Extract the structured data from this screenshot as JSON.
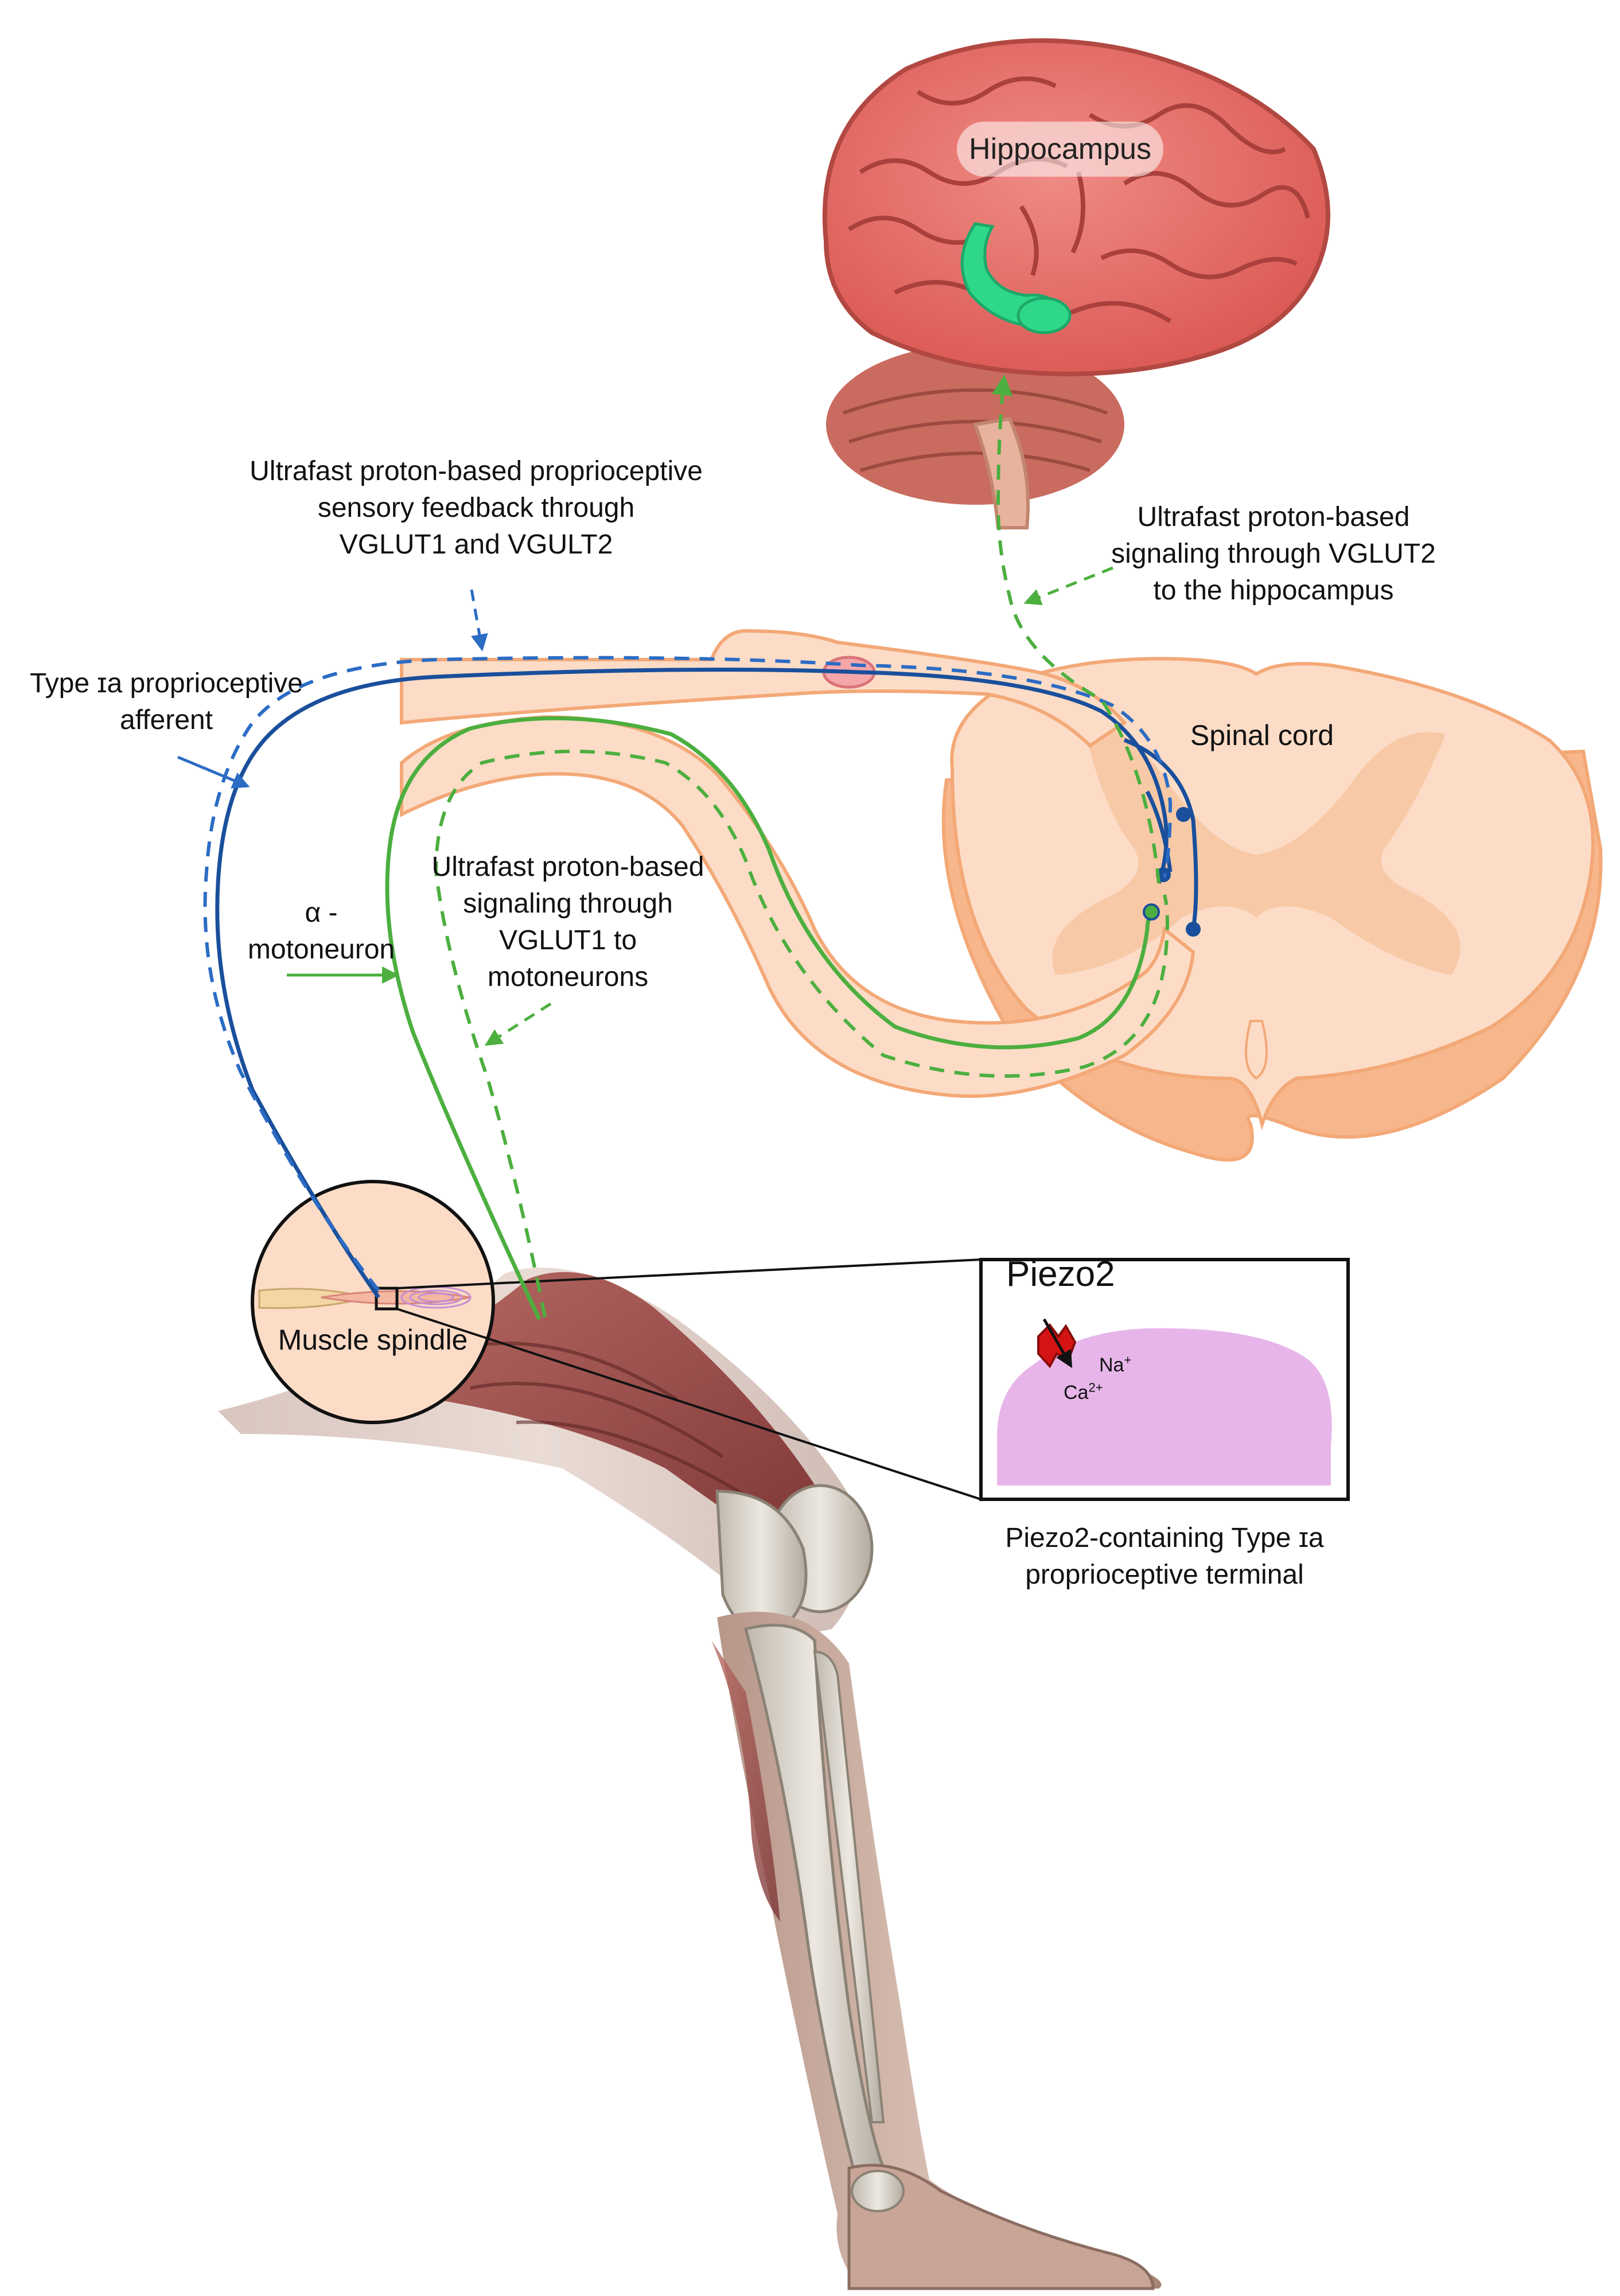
{
  "labels": {
    "hippocampus": "Hippocampus",
    "spinal_cord": "Spinal cord",
    "muscle_spindle": "Muscle spindle",
    "piezo2": "Piezo2",
    "na_ion": "Na",
    "na_charge": "+",
    "ca_ion": "Ca",
    "ca_charge": "2+",
    "type_ia_afferent": [
      "Type ɪa proprioceptive",
      "afferent"
    ],
    "alpha_motoneuron": [
      "α -",
      "motoneuron"
    ],
    "feedback_vglut1_vglut2": [
      "Ultrafast proton-based proprioceptive",
      "sensory feedback through",
      "VGLUT1 and VGULT2"
    ],
    "signaling_vglut2_hippocampus": [
      "Ultrafast proton-based",
      "signaling through VGLUT2",
      "to the hippocampus"
    ],
    "signaling_vglut1_motoneurons": [
      "Ultrafast proton-based",
      "signaling through",
      "VGLUT1 to",
      "motoneurons"
    ],
    "piezo2_terminal": [
      "Piezo2-containing Type ɪa",
      "proprioceptive terminal"
    ]
  },
  "colors": {
    "afferent_blue": "#1a4f9c",
    "afferent_dashed_blue": "#2b6cc4",
    "motor_green": "#4caf3f",
    "spinal_fill": "#fcdcc6",
    "spinal_edge": "#f3a877",
    "spinal_gray_matter": "#f8c9a6",
    "brain_red": "#e6706a",
    "hippocampus_green": "#2fd889",
    "terminal_pink": "#e7b5ea",
    "piezo_red": "#d41414",
    "muscle": "#9a4a48",
    "bone": "#d9d4cc"
  },
  "icons": [
    "brain-icon",
    "hippocampus-icon",
    "spinal-cord-icon",
    "leg-icon",
    "muscle-spindle-icon",
    "piezo2-channel-icon"
  ]
}
